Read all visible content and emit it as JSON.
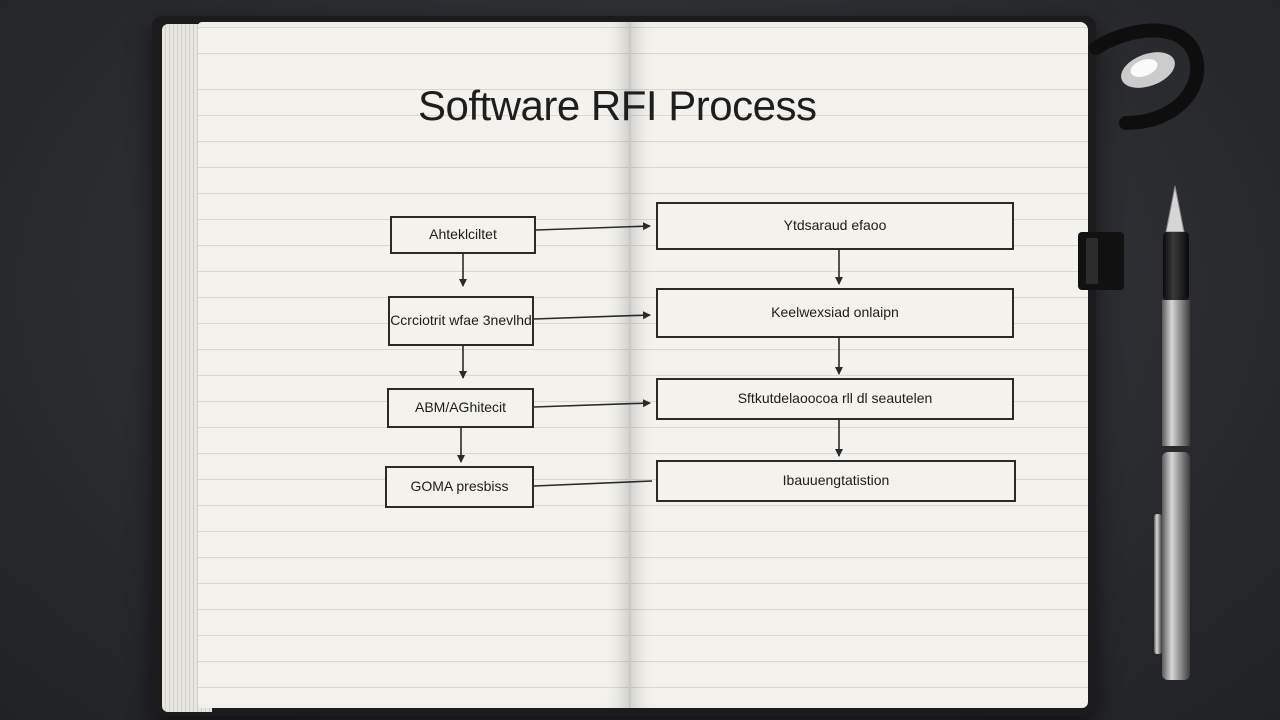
{
  "title": "Software RFI Process",
  "left_column": [
    {
      "label": "Ahteklciltet"
    },
    {
      "label": "Ccrciotrit wfae 3nevlhd"
    },
    {
      "label": "ABM/AGhitecit"
    },
    {
      "label": "GOMA presbiss"
    }
  ],
  "right_column": [
    {
      "label": "Ytdsaraud efaoo"
    },
    {
      "label": "Keelwexsiad onlaipn"
    },
    {
      "label": "Sftkutdelaoocoa rll dl seautelen"
    },
    {
      "label": "Ibauuengtatistion"
    }
  ],
  "colors": {
    "background": "#2a2c30",
    "paper": "#f3f2ed",
    "ink": "#2a2a2a",
    "notebook_cover": "#1b1b1c"
  },
  "icons": [
    "fountain-pen-icon",
    "elastic-band-icon",
    "bookmark-tab-icon"
  ]
}
